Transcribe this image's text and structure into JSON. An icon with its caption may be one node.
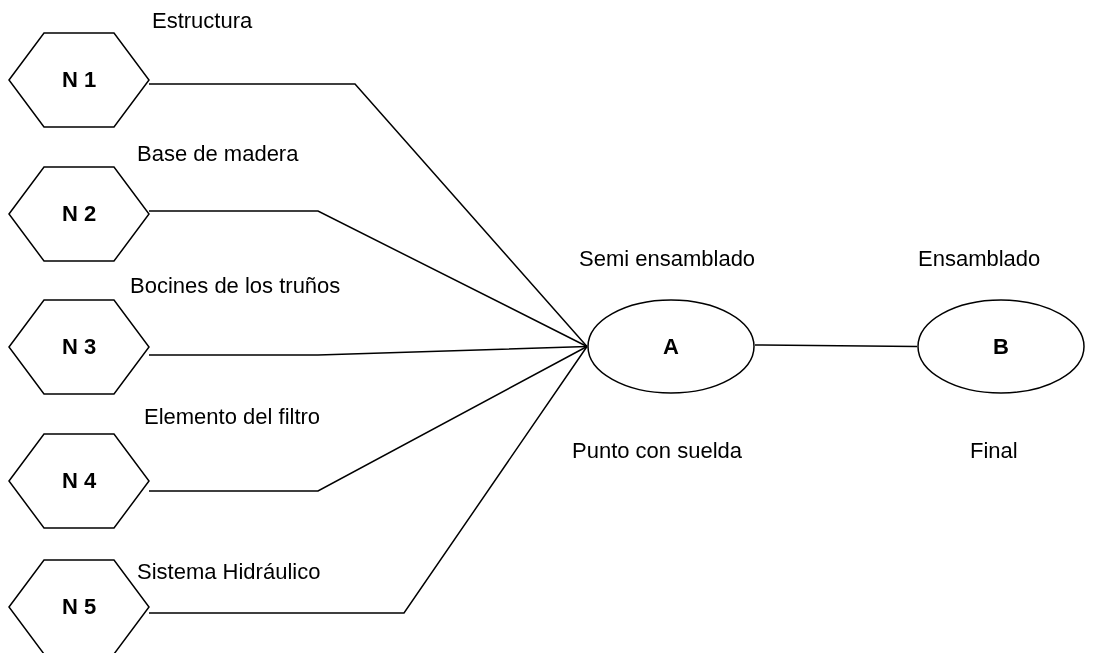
{
  "diagram": {
    "nodes": [
      {
        "text": [
          "N 1"
        ],
        "beside": [
          "Estructura"
        ]
      },
      {
        "text": [
          "N 2"
        ],
        "beside": [
          "Base de madera"
        ]
      },
      {
        "text": [
          "N 3"
        ],
        "beside": [
          "Bocines de los truños"
        ]
      },
      {
        "text": [
          "N 4"
        ],
        "beside": [
          "Elemento del filtro"
        ]
      },
      {
        "text": [
          "N 5"
        ],
        "beside": [
          "Sistema Hidráulico"
        ]
      },
      {
        "text": [
          "A"
        ],
        "beside": [
          "Semi ensamblado",
          "Punto con suelda"
        ]
      },
      {
        "text": [
          "B"
        ],
        "beside": [
          "Ensamblado",
          "Final"
        ]
      }
    ],
    "edges": [
      {
        "from": 0,
        "to": 5,
        "arrow": "none"
      },
      {
        "from": 1,
        "to": 5,
        "arrow": "none"
      },
      {
        "from": 2,
        "to": 5,
        "arrow": "none"
      },
      {
        "from": 3,
        "to": 5,
        "arrow": "none"
      },
      {
        "from": 4,
        "to": 5,
        "arrow": "none"
      },
      {
        "from": 5,
        "to": 6,
        "arrow": "none"
      }
    ]
  }
}
